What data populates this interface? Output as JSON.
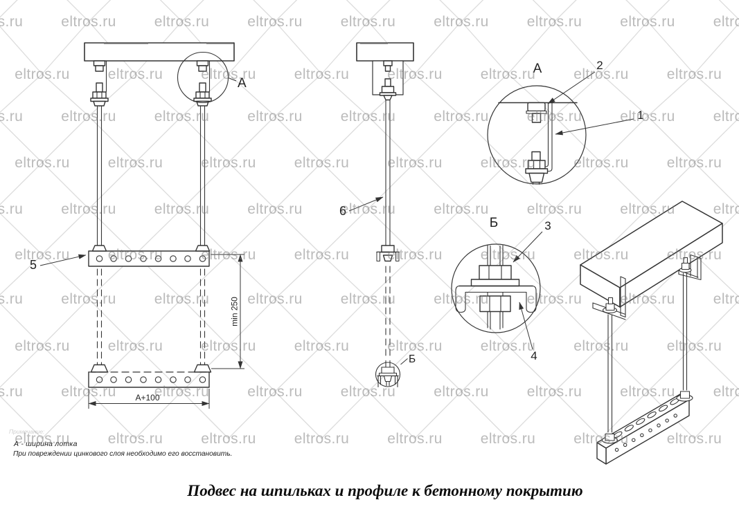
{
  "watermark": {
    "text": "eltros.ru"
  },
  "drawing": {
    "front_view": {
      "detail_marker": "А",
      "profile_label": "5",
      "dim_height": "min 250",
      "dim_width": "А+100"
    },
    "side_view": {
      "rod_label": "6",
      "detail_marker": "Б"
    },
    "detail_a": {
      "title": "А",
      "callout_bolt": "2",
      "callout_profile": "1"
    },
    "detail_b": {
      "title": "Б",
      "callout_nut": "3",
      "callout_washer": "4"
    }
  },
  "notes": {
    "faded_heading": "Примечание:",
    "line1": "А - ширина лотка",
    "line2": "При повреждении цинкового слоя необходимо его восстановить."
  },
  "caption": "Подвес на шпильках и профиле к бетонному покрытию"
}
